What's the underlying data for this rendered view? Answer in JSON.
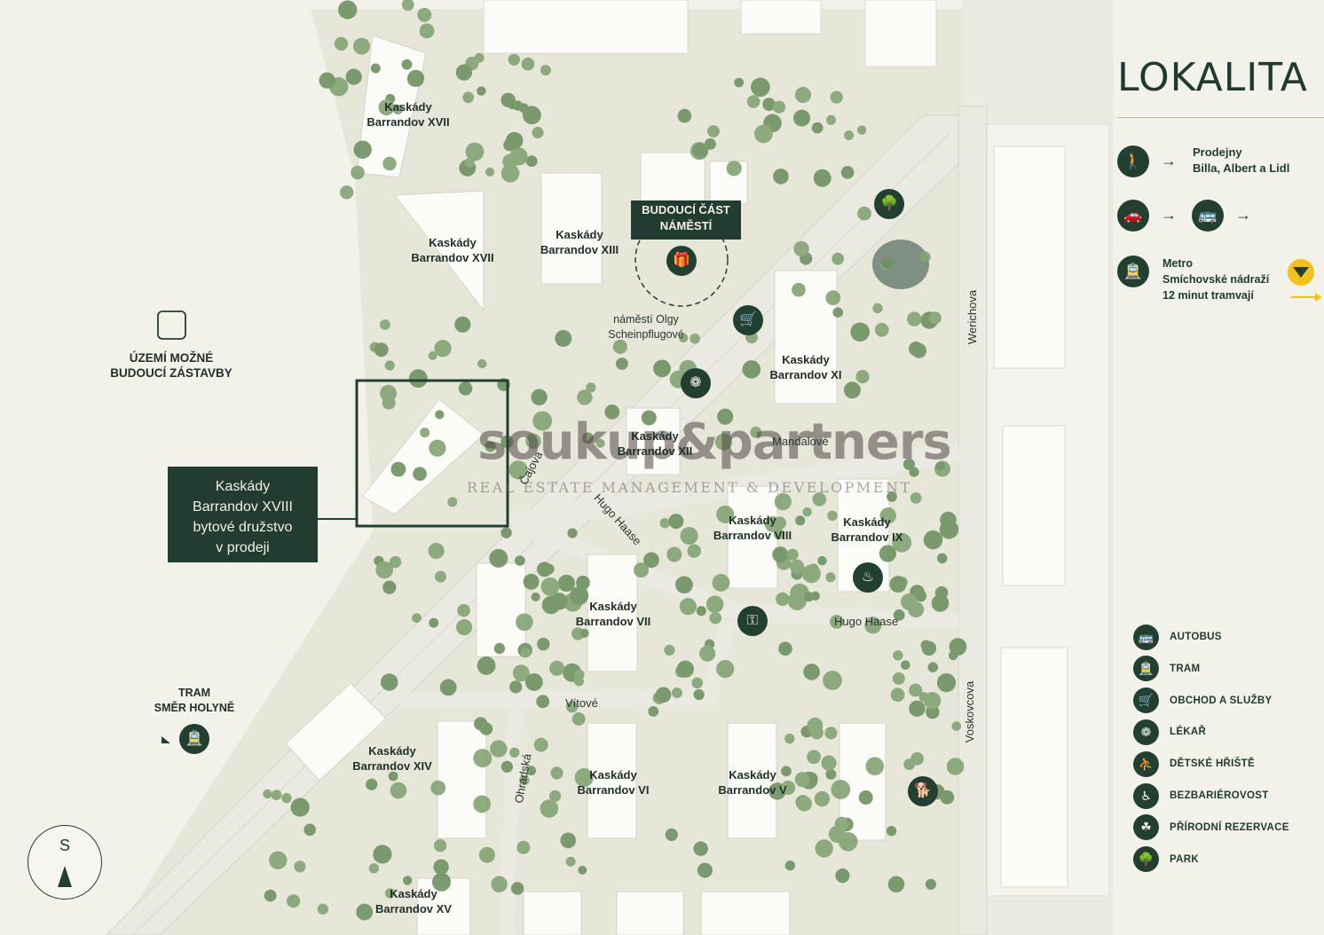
{
  "legend": {
    "title": "LOKALITA",
    "shops_text": "Prodejny\nBilla, Albert a Lidl",
    "metro_text": "Metro\nSmíchovské nádraží\n12 minut tramvají",
    "items": [
      {
        "label": "AUTOBUS",
        "icon": "bus-icon"
      },
      {
        "label": "TRAM",
        "icon": "tram-icon"
      },
      {
        "label": "OBCHOD A SLUŽBY",
        "icon": "shopping-cart-icon"
      },
      {
        "label": "LÉKAŘ",
        "icon": "medical-icon"
      },
      {
        "label": "DĚTSKÉ HŘIŠTĚ",
        "icon": "playground-icon"
      },
      {
        "label": "BEZBARIÉROVOST",
        "icon": "wheelchair-icon"
      },
      {
        "label": "PŘÍRODNÍ REZERVACE",
        "icon": "nature-reserve-icon"
      },
      {
        "label": "PARK",
        "icon": "park-icon"
      }
    ]
  },
  "buildings": [
    "Kaskády\nBarrandov XVII",
    "Kaskády\nBarrandov XVII",
    "Kaskády\nBarrandov XIII",
    "Kaskády\nBarrandov XI",
    "Kaskády\nBarrandov XII",
    "Kaskády\nBarrandov VIII",
    "Kaskády\nBarrandov IX",
    "Kaskády\nBarrandov VII",
    "Kaskády\nBarrandov XIV",
    "Kaskády\nBarrandov VI",
    "Kaskády\nBarrandov V",
    "Kaskády\nBarrandov XV"
  ],
  "streets": {
    "square": "náměstí Olgy\nScheinpflugové",
    "mandalove": "Mandalové",
    "cajova": "Čajova",
    "hugo_haase_diag": "Hugo Haase",
    "hugo_haase": "Hugo Haase",
    "vitove": "Vítové",
    "ohradska": "Ohradská",
    "werichova": "Werichova",
    "voskovcova": "Voskovcova"
  },
  "callouts": {
    "future_square": "BUDOUCÍ ČÁST\nNÁMĚSTÍ",
    "future_area": "ÚZEMÍ MOŽNÉ\nBUDOUCÍ ZÁSTAVBY",
    "highlight": "Kaskády\nBarrandov XVIII\nbytové družstvo\nv prodeji",
    "tram": "TRAM\nSMĚR HOLYNĚ"
  },
  "watermark": {
    "main": "soukup&partners",
    "sub": "REAL ESTATE MANAGEMENT & DEVELOPMENT"
  },
  "compass": {
    "letter": "S"
  },
  "colors": {
    "accent_dark_green": "#223f32",
    "tree_green": "#6f9162",
    "background": "#f3f2ec",
    "metro_yellow": "#f2c21b",
    "rule_tan": "#c9b395"
  }
}
